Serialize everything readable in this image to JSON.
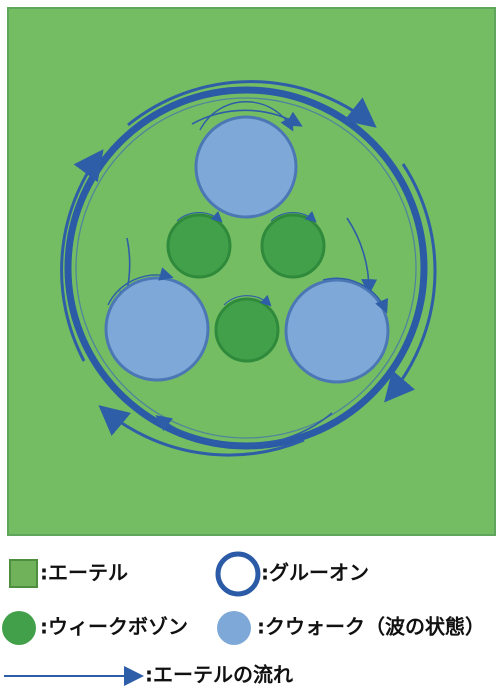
{
  "colors": {
    "ether_green": "#75bd63",
    "ether_border": "#5ea65b",
    "gluon_blue": "#2b5aa6",
    "weak_boson_green": "#43a04a",
    "weak_boson_ring": "#2f8a3b",
    "quark_blue": "#7ea8d7",
    "quark_ring": "#4c77b5",
    "flow_arrow": "#2e5ea8",
    "legend_text": "#111111",
    "legend_square_fill": "#6fb25a",
    "legend_square_stroke": "#4f8d3f"
  },
  "diagram": {
    "panel": "ether-field",
    "outer_ring": "gluon-ring",
    "quarks": [
      {
        "id": "quark-top",
        "type": "wave-state"
      },
      {
        "id": "quark-bottom-left",
        "type": "wave-state"
      },
      {
        "id": "quark-bottom-right",
        "type": "wave-state"
      }
    ],
    "weak_bosons": [
      {
        "id": "weak-boson-left"
      },
      {
        "id": "weak-boson-right"
      },
      {
        "id": "weak-boson-bottom"
      }
    ]
  },
  "legend": {
    "ether": ":エーテル",
    "gluon": ":グルーオン",
    "weak_boson": ":ウィークボゾン",
    "quark": ":クウォーク（波の状態）",
    "ether_flow": ":エーテルの流れ"
  }
}
